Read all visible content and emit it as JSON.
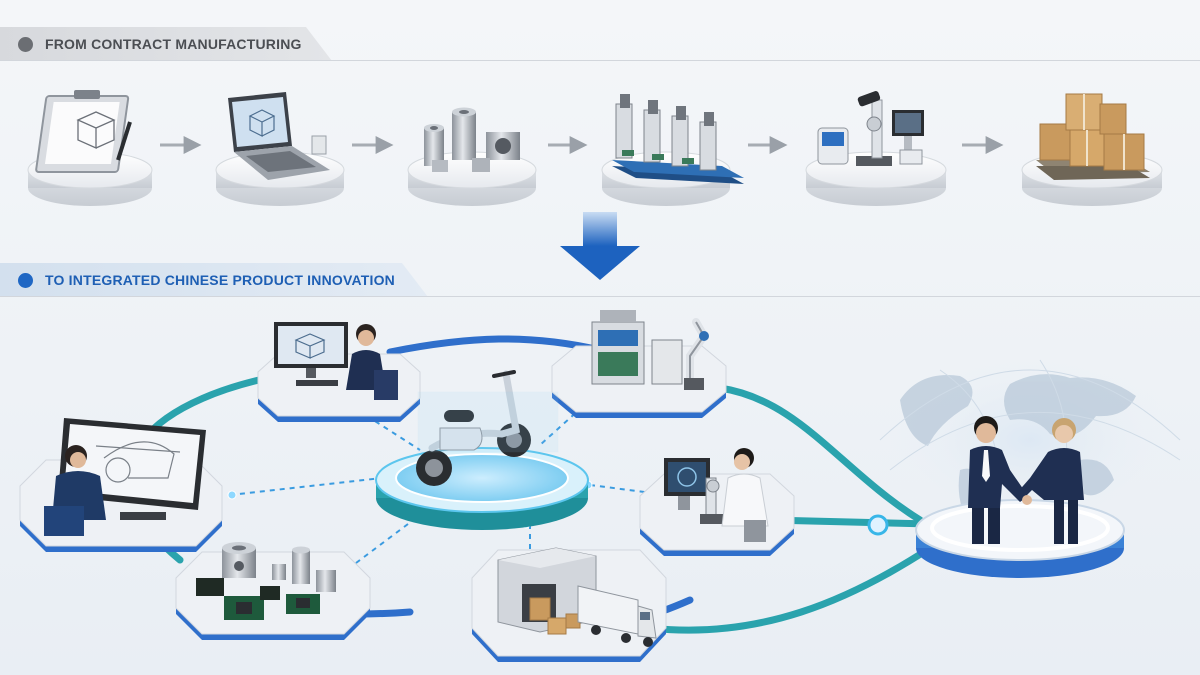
{
  "top_banner": {
    "label": "FROM CONTRACT MANUFACTURING"
  },
  "bottom_banner": {
    "label": "TO INTEGRATED CHINESE PRODUCT INNOVATION"
  },
  "stages": [
    {
      "name": "design-sketch",
      "icon": "clipboard-sketch-icon"
    },
    {
      "name": "cad-laptop",
      "icon": "laptop-cad-icon"
    },
    {
      "name": "machined-parts",
      "icon": "machined-parts-icon"
    },
    {
      "name": "assembly-line",
      "icon": "robot-assembly-line-icon"
    },
    {
      "name": "quality-lab",
      "icon": "microscope-lab-icon"
    },
    {
      "name": "shipping-boxes",
      "icon": "cardboard-boxes-icon"
    }
  ],
  "hub": {
    "icon": "electric-scooter-icon"
  },
  "nodes": [
    {
      "name": "cad-workstation",
      "icon": "cad-engineer-icon"
    },
    {
      "name": "automation-cell",
      "icon": "robot-arm-icon"
    },
    {
      "name": "industrial-design",
      "icon": "designer-tablet-icon"
    },
    {
      "name": "lab-testing",
      "icon": "scientist-microscope-icon"
    },
    {
      "name": "components",
      "icon": "components-icon"
    },
    {
      "name": "logistics",
      "icon": "warehouse-truck-icon"
    }
  ],
  "global": {
    "icon": "handshake-globe-icon"
  },
  "colors": {
    "accent_blue": "#1f67c4",
    "teal": "#2fa8b3",
    "platform": "#e9edf2",
    "neutral_dark": "#4b4e53"
  }
}
